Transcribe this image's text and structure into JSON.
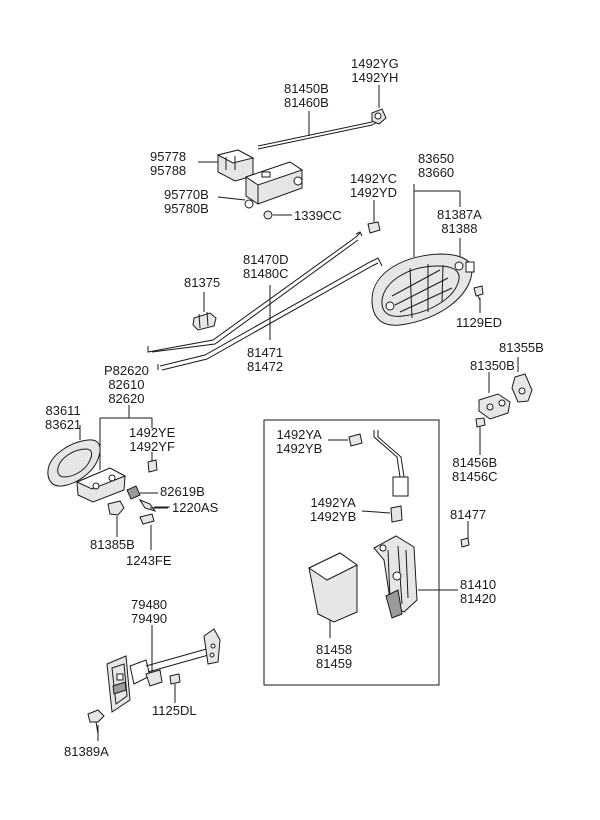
{
  "diagram": {
    "labels": {
      "p1492YG": [
        "1492YG",
        "1492YH"
      ],
      "p81450B": [
        "81450B",
        "81460B"
      ],
      "p95778": [
        "95778",
        "95788"
      ],
      "p95770B": [
        "95770B",
        "95780B"
      ],
      "p1339CC": [
        "1339CC"
      ],
      "p1492YC": [
        "1492YC",
        "1492YD"
      ],
      "p83650": [
        "83650",
        "83660"
      ],
      "p81387A": [
        "81387A",
        "81388"
      ],
      "p81470D": [
        "81470D",
        "81480C"
      ],
      "p81375": [
        "81375"
      ],
      "p1129ED": [
        "1129ED"
      ],
      "p81471": [
        "81471",
        "81472"
      ],
      "p81355B": [
        "81355B"
      ],
      "p81350B": [
        "81350B"
      ],
      "pP82620": [
        "P82620",
        "82610",
        "82620"
      ],
      "p83611": [
        "83611",
        "83621"
      ],
      "p1492YE": [
        "1492YE",
        "1492YF"
      ],
      "p1492YA1": [
        "1492YA",
        "1492YB"
      ],
      "p81456B": [
        "81456B",
        "81456C"
      ],
      "p82619B": [
        "82619B"
      ],
      "p1220AS": [
        "1220AS"
      ],
      "p1492YA2": [
        "1492YA",
        "1492YB"
      ],
      "p81477": [
        "81477"
      ],
      "p81385B": [
        "81385B"
      ],
      "p1243FE": [
        "1243FE"
      ],
      "p81410": [
        "81410",
        "81420"
      ],
      "p79480": [
        "79480",
        "79490"
      ],
      "p81458": [
        "81458",
        "81459"
      ],
      "p1125DL": [
        "1125DL"
      ],
      "p81389A": [
        "81389A"
      ]
    }
  }
}
